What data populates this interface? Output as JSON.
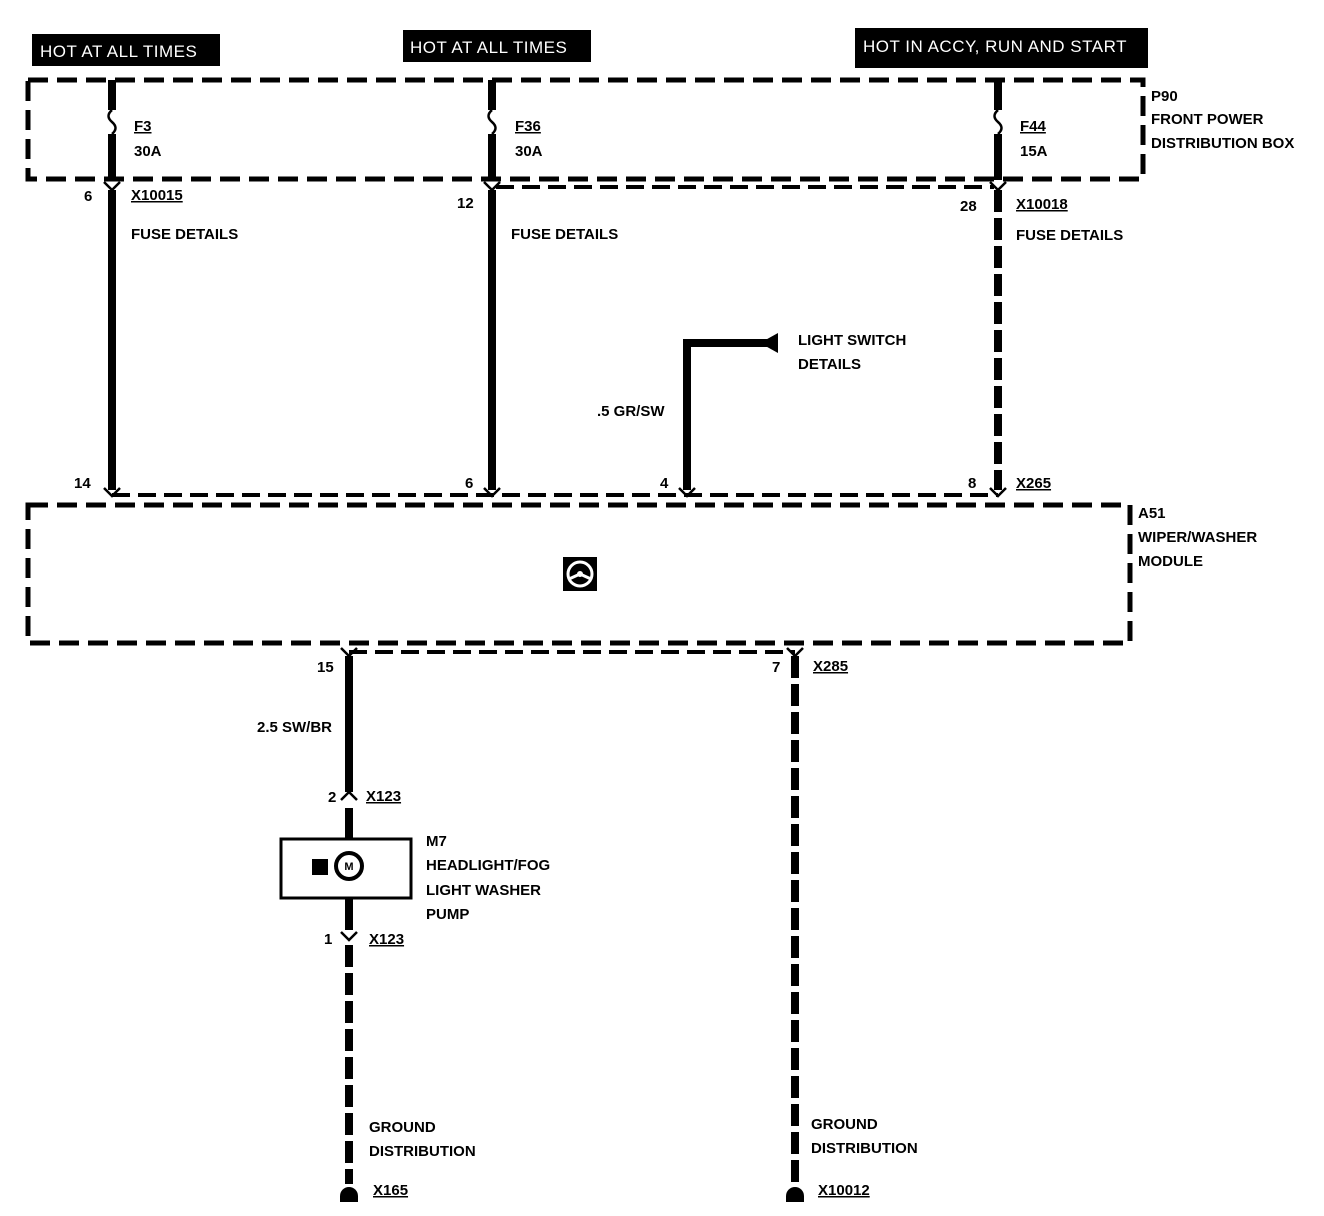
{
  "headers": {
    "left": "HOT AT ALL TIMES",
    "middle": "HOT AT ALL TIMES",
    "right": "HOT IN ACCY, RUN AND START"
  },
  "power_box": {
    "id": "P90",
    "name_line1": "FRONT POWER",
    "name_line2": "DISTRIBUTION BOX"
  },
  "fuses": [
    {
      "name": "F3",
      "rating": "30A",
      "pin": "6",
      "connector": "X10015",
      "details": "FUSE DETAILS"
    },
    {
      "name": "F36",
      "rating": "30A",
      "pin": "12",
      "connector": "",
      "details": "FUSE DETAILS"
    },
    {
      "name": "F44",
      "rating": "15A",
      "pin": "28",
      "connector": "X10018",
      "details": "FUSE DETAILS"
    }
  ],
  "light_switch": {
    "line1": "LIGHT SWITCH",
    "line2": "DETAILS",
    "wire": ".5  GR/SW"
  },
  "module": {
    "id": "A51",
    "name_line1": "WIPER/WASHER",
    "name_line2": "MODULE",
    "input_pins": [
      "14",
      "6",
      "4",
      "8"
    ],
    "input_connector": "X265",
    "output_pins": [
      "15",
      "7"
    ],
    "output_connector": "X285"
  },
  "pump_wire": "2.5 SW/BR",
  "pump": {
    "id": "M7",
    "line1": "HEADLIGHT/FOG",
    "line2": "LIGHT WASHER",
    "line3": "PUMP",
    "motor_letter": "M",
    "top_pin": "2",
    "top_connector": "X123",
    "bottom_pin": "1",
    "bottom_connector": "X123"
  },
  "grounds": [
    {
      "line1": "GROUND",
      "line2": "DISTRIBUTION",
      "connector": "X165"
    },
    {
      "line1": "GROUND",
      "line2": "DISTRIBUTION",
      "connector": "X10012"
    }
  ]
}
